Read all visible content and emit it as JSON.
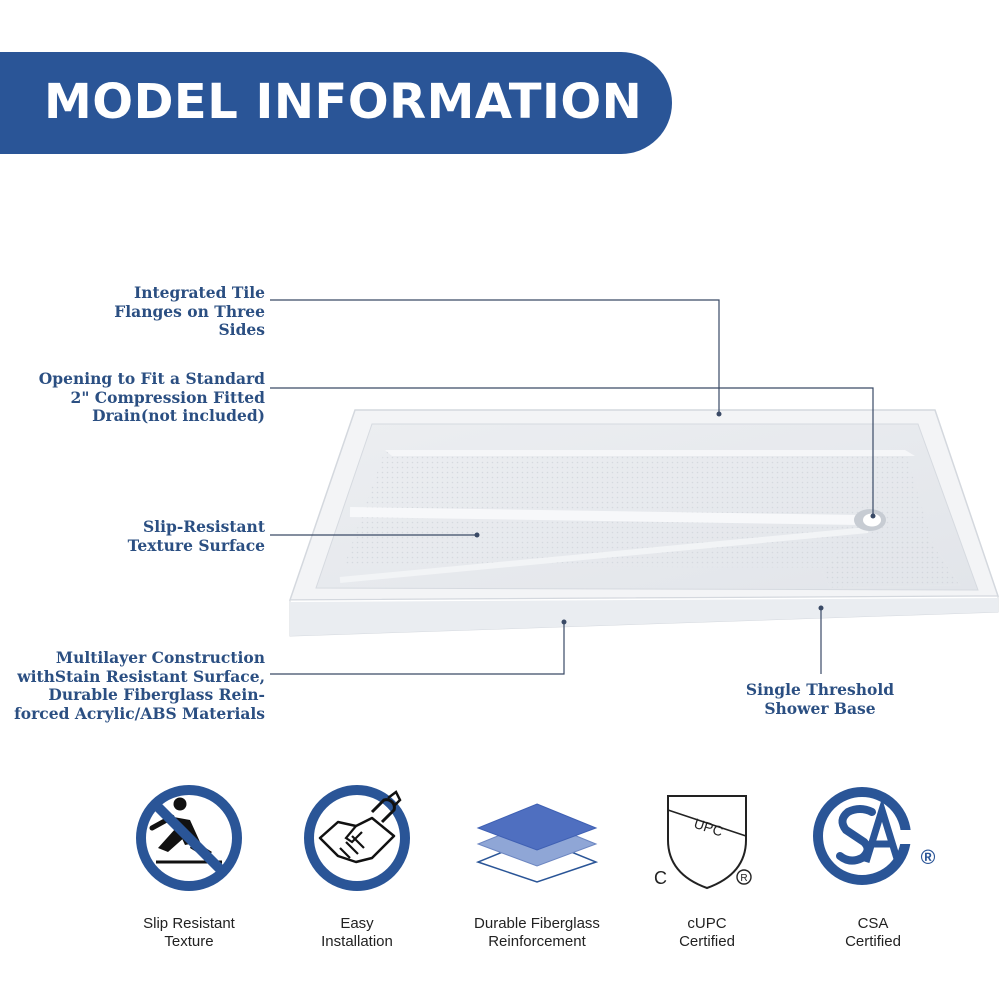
{
  "banner": {
    "title": "MODEL INFORMATION"
  },
  "callouts": {
    "tile_flanges": [
      "Integrated Tile",
      "Flanges on Three",
      "Sides"
    ],
    "drain_opening": [
      "Opening to Fit a Standard",
      "2\" Compression Fitted",
      "Drain(not included)"
    ],
    "slip_texture": [
      "Slip-Resistant",
      "Texture Surface"
    ],
    "construction": [
      "Multilayer Construction",
      "withStain Resistant Surface,",
      "Durable Fiberglass Rein-",
      "forced Acrylic/ABS Materials"
    ],
    "threshold": [
      "Single Threshold",
      "Shower Base"
    ]
  },
  "features": [
    {
      "icon": "slip-resistant-icon",
      "line1": "Slip Resistant",
      "line2": "Texture"
    },
    {
      "icon": "handshake-wrench-icon",
      "line1": "Easy",
      "line2": "Installation"
    },
    {
      "icon": "fiberglass-layers-icon",
      "line1": "Durable Fiberglass",
      "line2": "Reinforcement"
    },
    {
      "icon": "cupc-shield-icon",
      "line1": "cUPC",
      "line2": "Certified"
    },
    {
      "icon": "csa-logo-icon",
      "line1": "CSA",
      "line2": "Certified"
    }
  ],
  "logos": {
    "upc": "UPC",
    "c": "C",
    "registered": "®"
  },
  "colors": {
    "brand_blue": "#2a5597",
    "callout_text": "#2b4f82",
    "leader_line": "#3a4a66"
  }
}
